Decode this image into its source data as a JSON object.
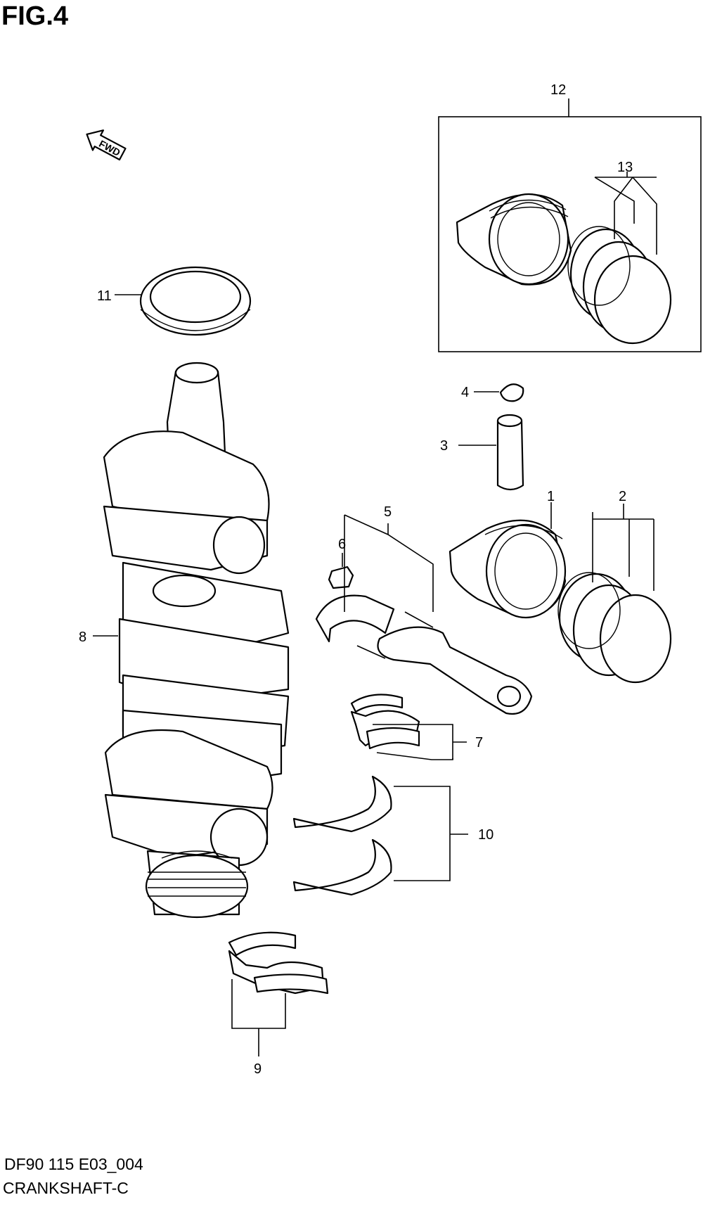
{
  "header": {
    "figure_title": "FIG.4"
  },
  "footer": {
    "model_code": "DF90 115 E03_004",
    "section_name": "CRANKSHAFT-C"
  },
  "orientation": {
    "arrow_label": "FWD"
  },
  "callouts": [
    {
      "id": "c1",
      "label": "1"
    },
    {
      "id": "c2",
      "label": "2"
    },
    {
      "id": "c3",
      "label": "3"
    },
    {
      "id": "c4",
      "label": "4"
    },
    {
      "id": "c5",
      "label": "5"
    },
    {
      "id": "c6",
      "label": "6"
    },
    {
      "id": "c7",
      "label": "7"
    },
    {
      "id": "c8",
      "label": "8"
    },
    {
      "id": "c9",
      "label": "9"
    },
    {
      "id": "c10",
      "label": "10"
    },
    {
      "id": "c11",
      "label": "11"
    },
    {
      "id": "c12",
      "label": "12"
    },
    {
      "id": "c13",
      "label": "13"
    }
  ]
}
